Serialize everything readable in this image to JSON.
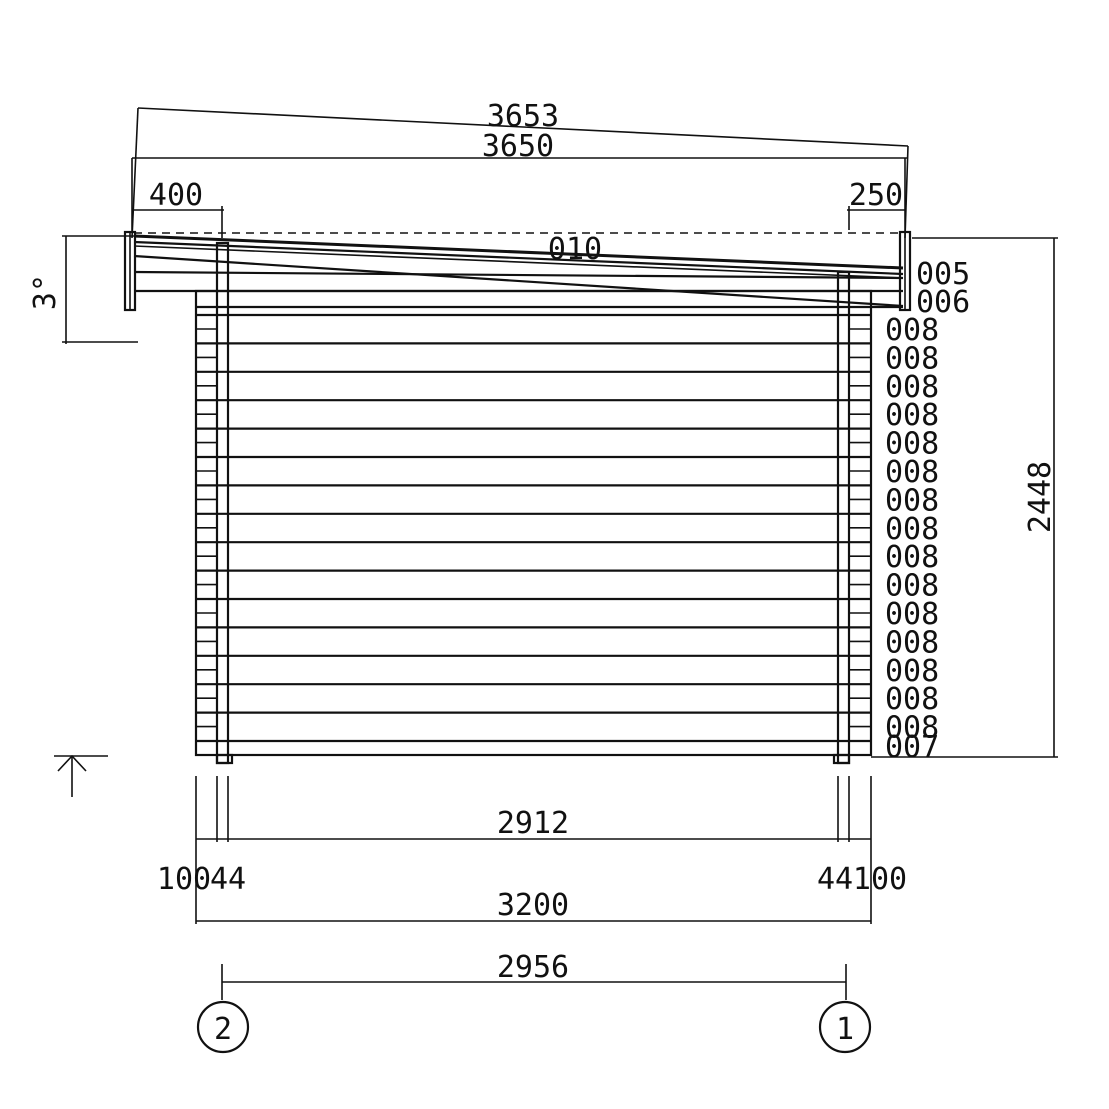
{
  "dimensions": {
    "roof_slope_length": "3653",
    "roof_length": "3650",
    "overhang_left": "400",
    "overhang_right": "250",
    "roof_angle": "3°",
    "total_height": "2448",
    "inner_width": "2912",
    "left_wall": "100",
    "left_post": "44",
    "right_post": "44",
    "right_wall": "100",
    "outer_width": "3200",
    "axis_distance": "2956"
  },
  "parts": {
    "roof_board": "010",
    "fascia": "005",
    "top_log": "006",
    "wall_log": "008",
    "bottom_log": "007"
  },
  "wall_log_labels": [
    "008",
    "008",
    "008",
    "008",
    "008",
    "008",
    "008",
    "008",
    "008",
    "008",
    "008",
    "008",
    "008",
    "008",
    "008"
  ],
  "axes": {
    "left": "2",
    "right": "1"
  }
}
